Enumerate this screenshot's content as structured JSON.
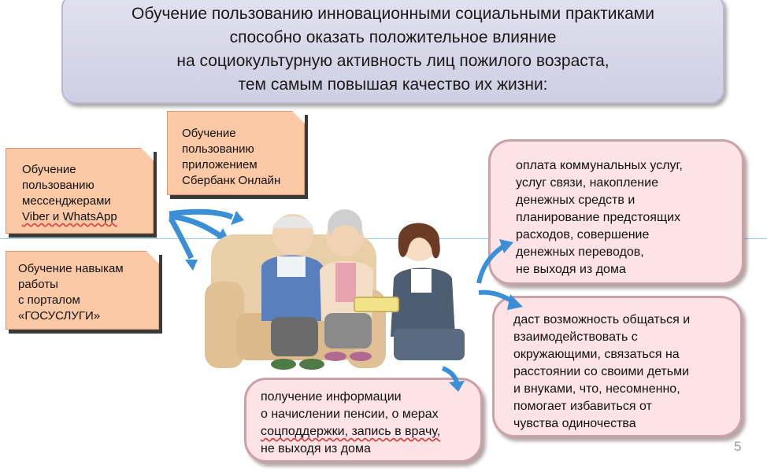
{
  "header": {
    "lines": [
      "Обучение пользованию инновационными социальными практиками",
      "способно оказать положительное влияние",
      "на социокультурную активность лиц пожилого возраста,",
      "тем самым повышая качество их жизни:"
    ]
  },
  "left_boxes": {
    "sberbank": [
      "Обучение",
      "пользованию",
      "приложением",
      "Сбербанк Онлайн"
    ],
    "messengers": [
      "Обучение",
      "пользованию",
      "мессенджерами",
      "Viber и WhatsApp"
    ],
    "gosuslugi": [
      "Обучение навыкам",
      "работы",
      "с порталом",
      "«ГОСУСЛУГИ»"
    ]
  },
  "right_boxes": {
    "payments": [
      "оплата коммунальных услуг,",
      "услуг связи, накопление",
      "денежных средств и",
      "планирование предстоящих",
      "расходов, совершение",
      "денежных переводов,",
      "не выходя из дома"
    ],
    "communication": [
      "даст возможность общаться и",
      "взаимодействовать с",
      "окружающими,  связаться на",
      "расстоянии со своими детьми",
      "и внуками, что, несомненно,",
      "помогает избавиться от",
      "чувства одиночества"
    ],
    "information": [
      "получение информации",
      "о начислении пенсии, о мерах",
      "соцподдержки, запись в врачу,",
      "не выходя из дома"
    ]
  },
  "page_number": "5",
  "colors": {
    "title_bg": "#d8d7ea",
    "orange_box": "#fbc9a6",
    "pink_box": "#fde2e6",
    "arrow_blue": "#3a8fd6"
  }
}
